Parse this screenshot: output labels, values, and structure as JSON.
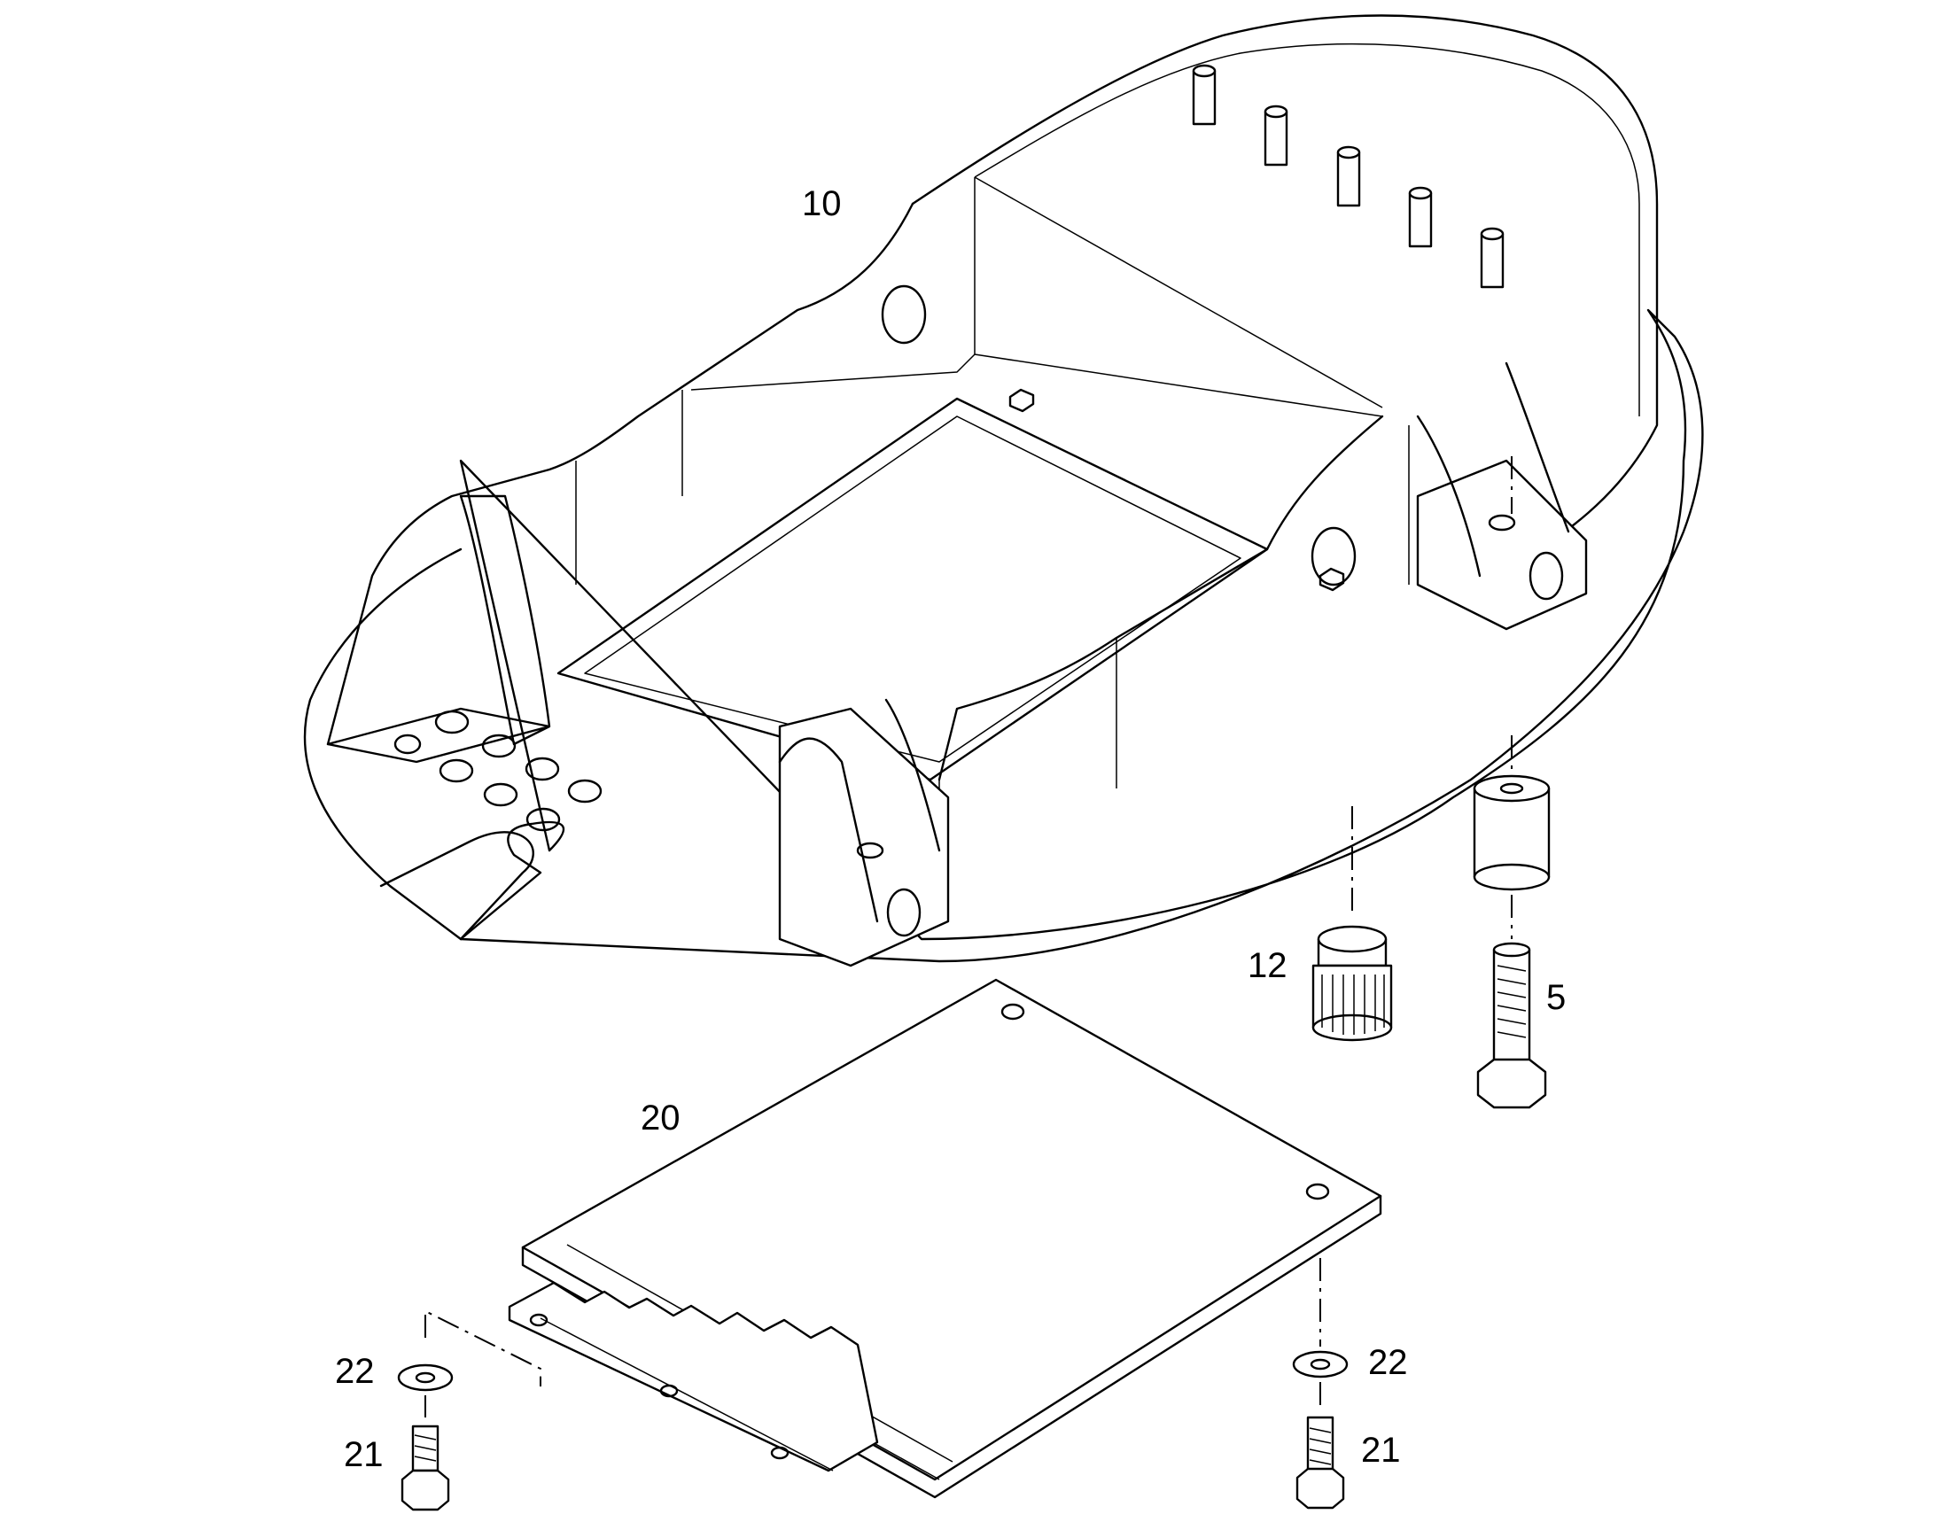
{
  "labels": {
    "base_frame": "10",
    "bolt": "5",
    "cable_gland": "12",
    "cover_plate": "20",
    "screw_left": "21",
    "screw_right": "21",
    "washer_left": "22",
    "washer_right": "22"
  }
}
